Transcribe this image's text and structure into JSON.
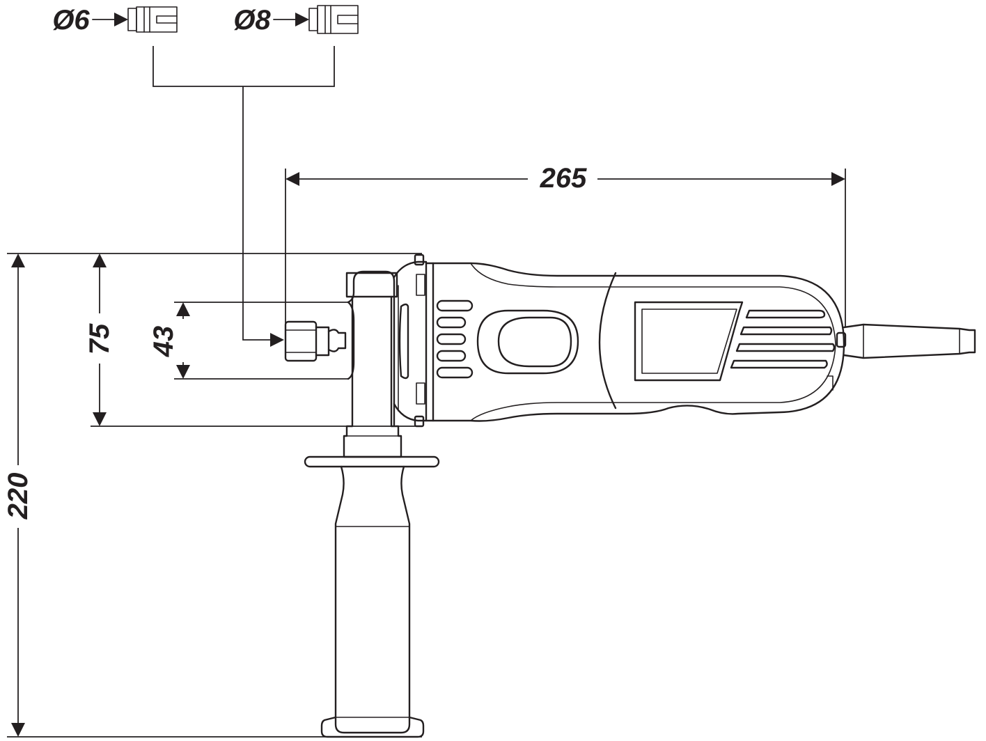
{
  "dimensions": {
    "length": "265",
    "height_total": "220",
    "height_body": "75",
    "collet_height": "43"
  },
  "collets": [
    {
      "label": "Ø6"
    },
    {
      "label": "Ø8"
    }
  ],
  "colors": {
    "line": "#231f20",
    "background": "#ffffff"
  }
}
